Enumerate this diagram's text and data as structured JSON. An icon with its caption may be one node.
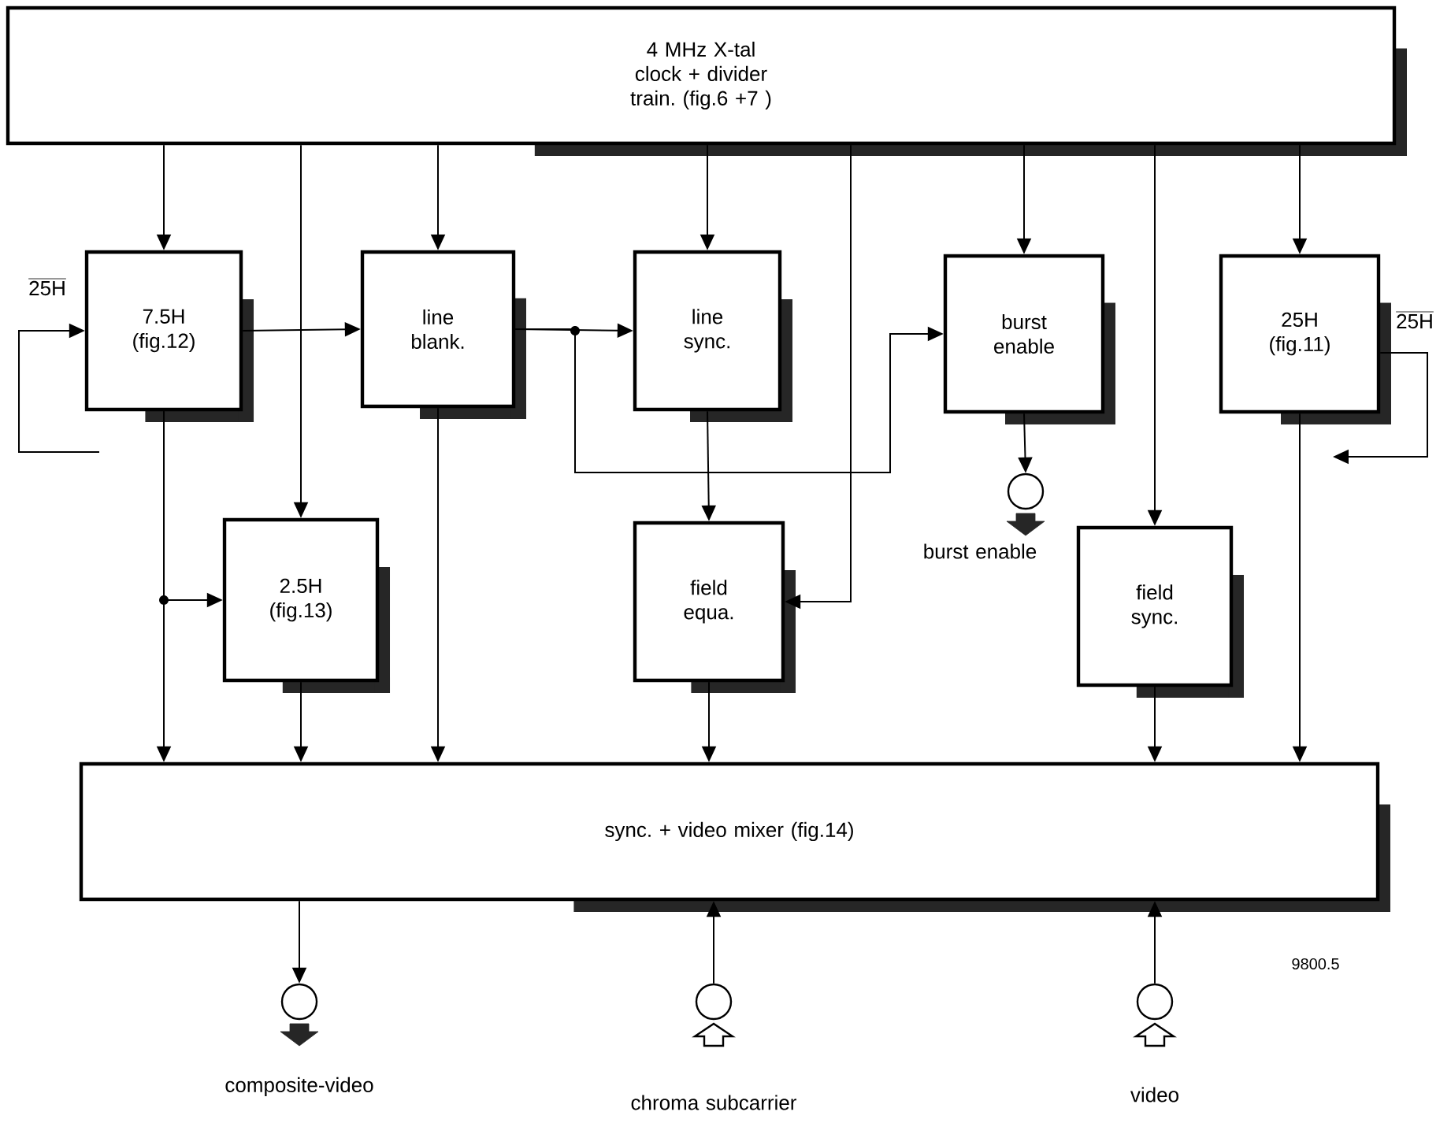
{
  "diagram": {
    "nodes": [
      {
        "text": [
          "4 MHz X-tal clock + divider train. (fig.6 +7 )"
        ]
      },
      {
        "text": [
          "7.5H (fig.12)"
        ]
      },
      {
        "text": [
          "line blank."
        ]
      },
      {
        "text": [
          "line sync."
        ]
      },
      {
        "text": [
          "burst enable"
        ]
      },
      {
        "text": [
          "25H (fig.11)"
        ]
      },
      {
        "text": [
          "2.5H (fig.13)"
        ]
      },
      {
        "text": [
          "field equa."
        ]
      },
      {
        "text": [
          "field sync."
        ]
      },
      {
        "text": [
          "sync. + video mixer (fig.14)"
        ]
      },
      {
        "text": [],
        "shape": "circle",
        "beside": [
          "burst enable"
        ]
      },
      {
        "text": [],
        "shape": "circle",
        "beside": [
          "composite-video"
        ]
      },
      {
        "text": [],
        "shape": "circle",
        "beside": [
          "chroma subcarrier"
        ]
      },
      {
        "text": [],
        "shape": "circle",
        "beside": [
          "video"
        ]
      }
    ],
    "edges": [
      {
        "from": 0,
        "to": 1,
        "arrow": "to"
      },
      {
        "from": 0,
        "to": 6,
        "arrow": "to"
      },
      {
        "from": 0,
        "to": 2,
        "arrow": "to"
      },
      {
        "from": 0,
        "to": 3,
        "arrow": "to"
      },
      {
        "from": 0,
        "to": 7,
        "arrow": "to"
      },
      {
        "from": 0,
        "to": 4,
        "arrow": "to"
      },
      {
        "from": 0,
        "to": 8,
        "arrow": "to"
      },
      {
        "from": 0,
        "to": 5,
        "arrow": "to"
      },
      {
        "from": 1,
        "to": 2,
        "arrow": "to"
      },
      {
        "from": 2,
        "to": 3,
        "arrow": "to"
      },
      {
        "from": 2,
        "to": 4,
        "arrow": "to"
      },
      {
        "from": 3,
        "to": 7,
        "arrow": "to"
      },
      {
        "from": 1,
        "to": 6,
        "arrow": "to"
      },
      {
        "from": 1,
        "to": 9,
        "arrow": "to"
      },
      {
        "from": 6,
        "to": 9,
        "arrow": "to"
      },
      {
        "from": 2,
        "to": 9,
        "arrow": "to"
      },
      {
        "from": 7,
        "to": 9,
        "arrow": "to"
      },
      {
        "from": 8,
        "to": 9,
        "arrow": "to"
      },
      {
        "from": 5,
        "to": 9,
        "arrow": "to"
      },
      {
        "from": 4,
        "to": 10,
        "arrow": "to"
      },
      {
        "from": 9,
        "to": 11,
        "arrow": "to"
      },
      {
        "from": 12,
        "to": 9,
        "arrow": "to"
      },
      {
        "from": 13,
        "to": 9,
        "arrow": "to"
      },
      {
        "from": null,
        "to": 1,
        "arrow": "to",
        "label": "25H"
      },
      {
        "from": 5,
        "to": null,
        "arrow": "to",
        "label": "25H"
      }
    ],
    "labels": [
      "9800.5"
    ]
  }
}
